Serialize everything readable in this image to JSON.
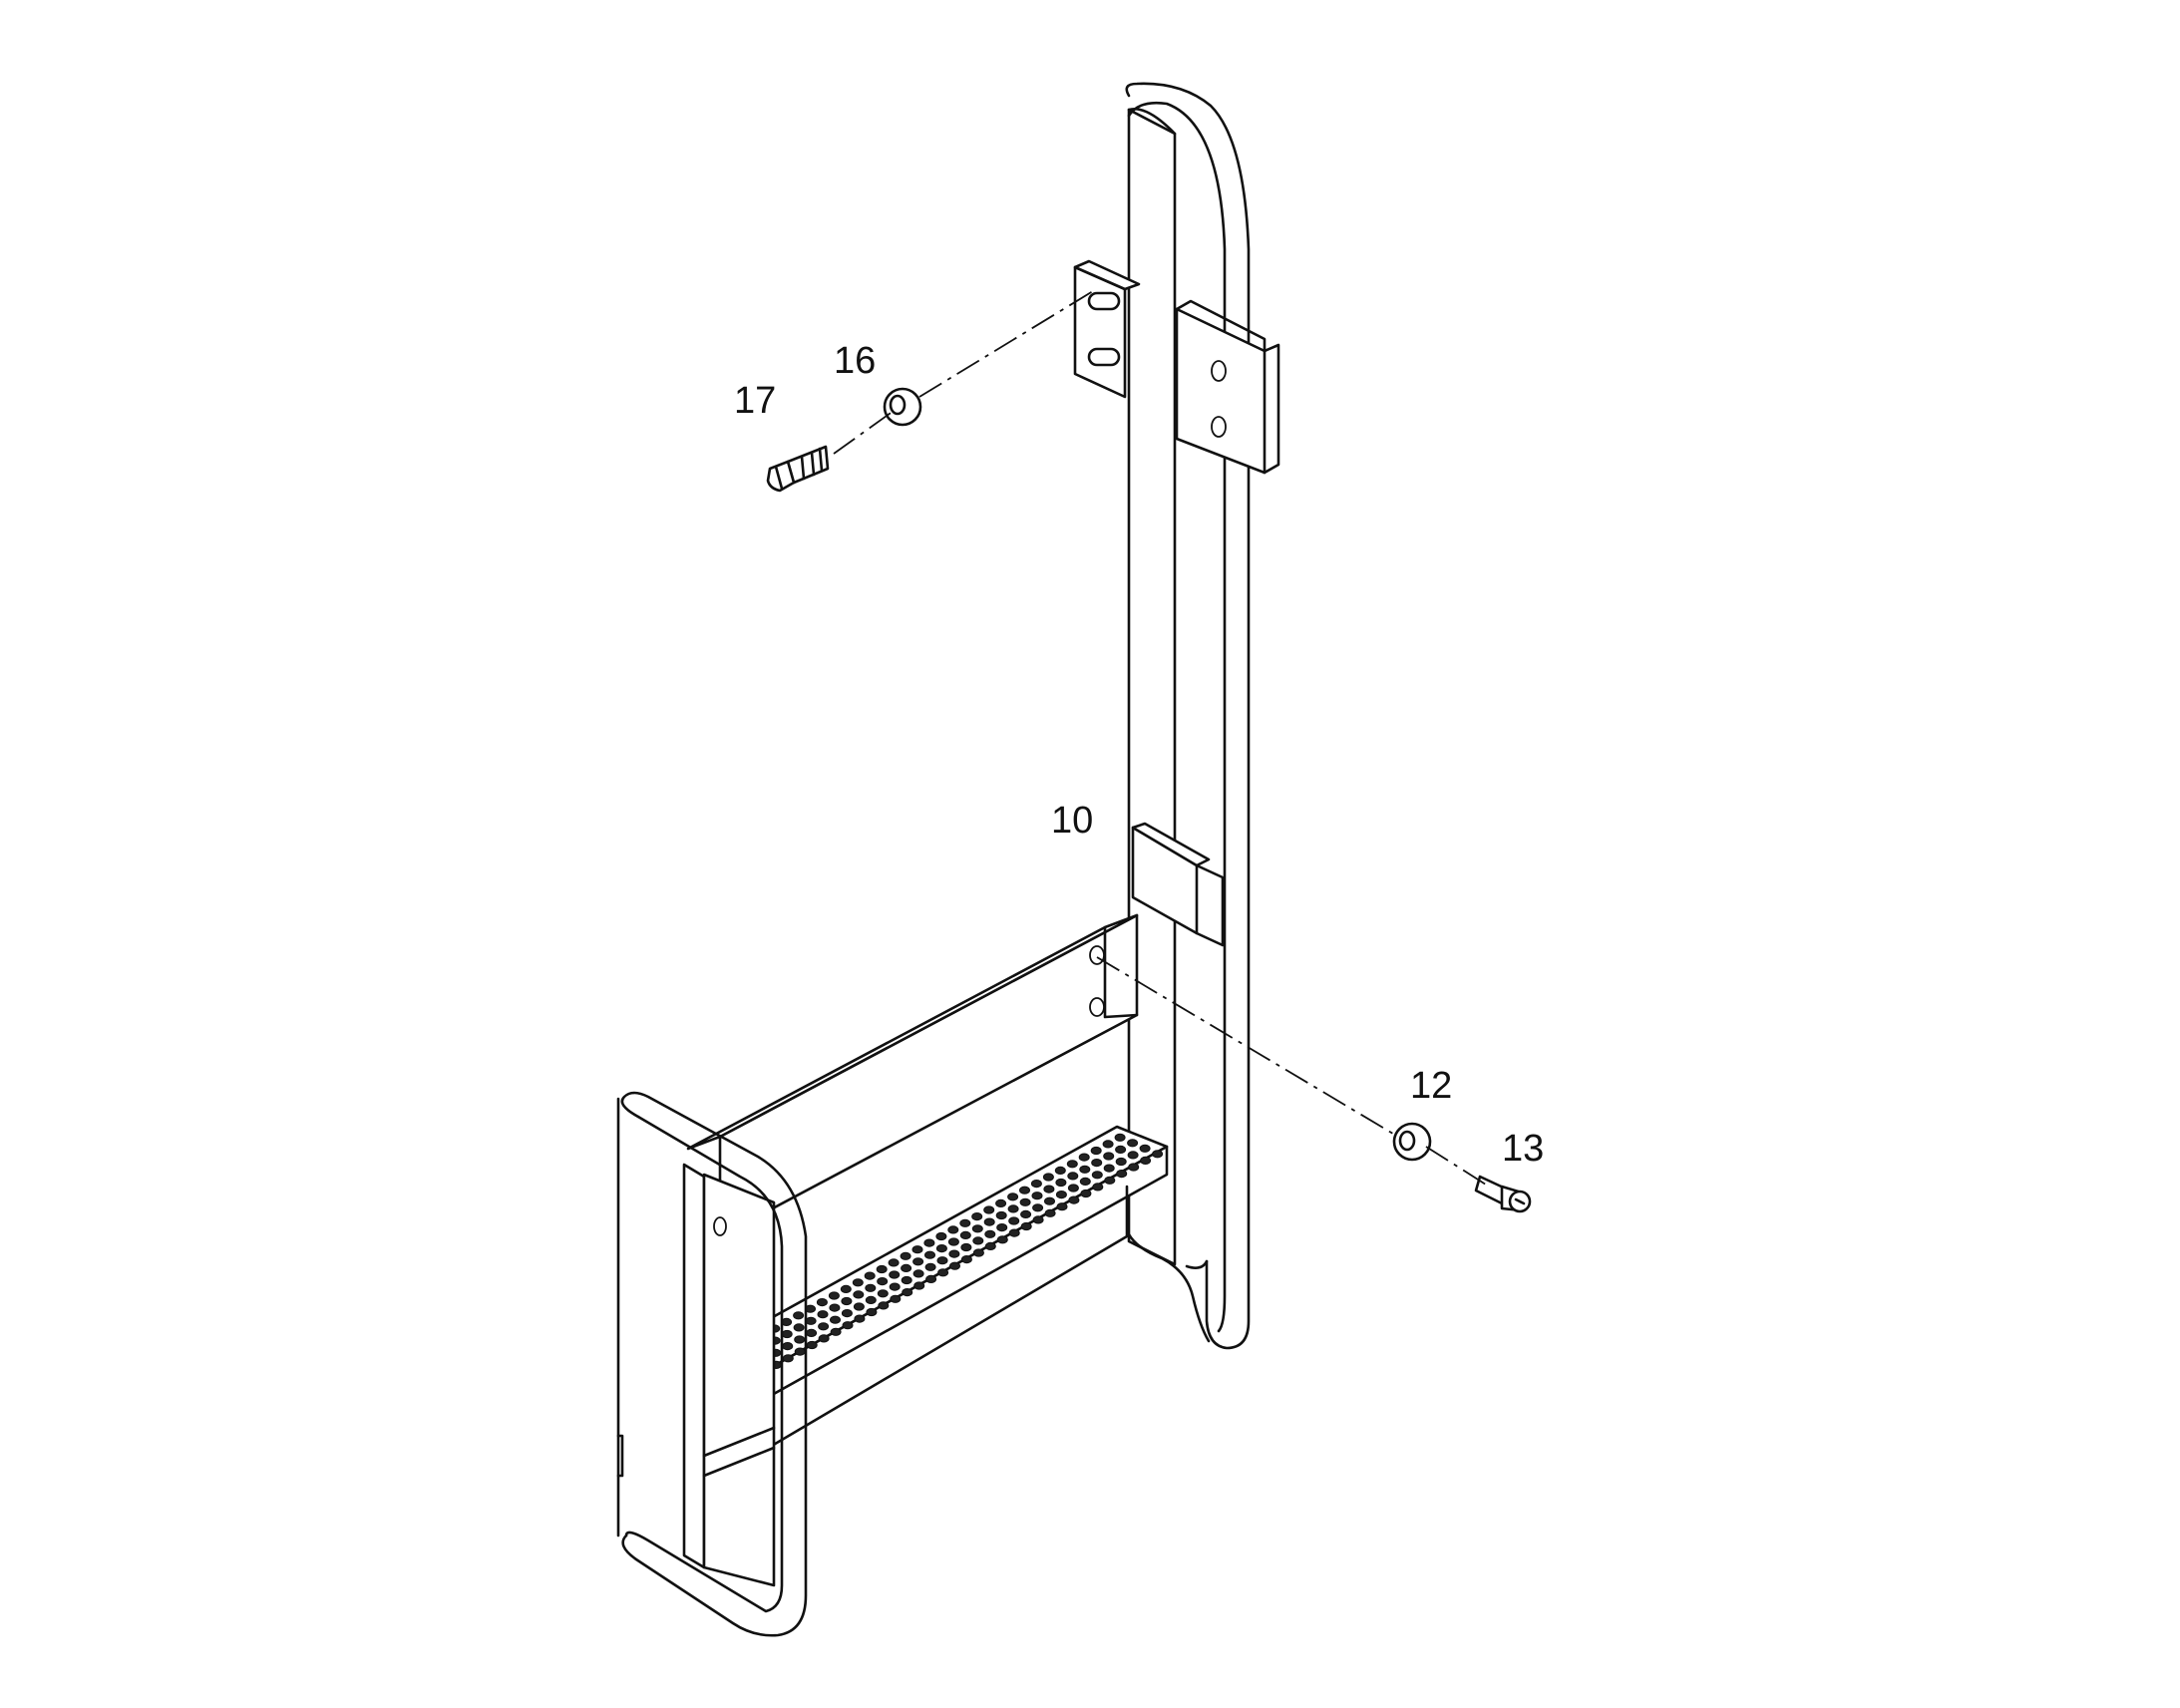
{
  "drawing": {
    "callouts": {
      "c10": "10",
      "c12": "12",
      "c13": "13",
      "c16": "16",
      "c17": "17"
    }
  }
}
